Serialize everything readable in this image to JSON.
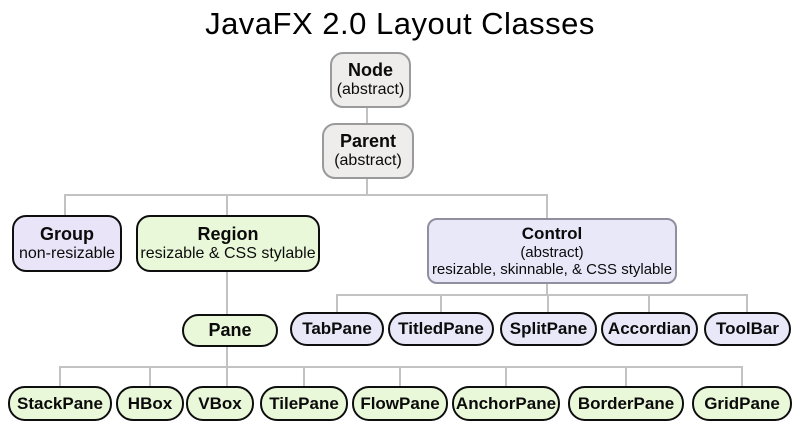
{
  "title": "JavaFX 2.0 Layout Classes",
  "colors": {
    "abstract_fill": "#eeedeb",
    "abstract_border": "#9a9a9a",
    "group_fill": "#e9e4f8",
    "control_fill": "#e8e8f9",
    "control_border": "#8f8f9e",
    "region_fill": "#eaf8da",
    "node_border": "#0e0e0e",
    "connector": "#c2c2c2",
    "background": "#ffffff"
  },
  "nodes": {
    "node": {
      "label": "Node",
      "sub": "(abstract)"
    },
    "parent": {
      "label": "Parent",
      "sub": "(abstract)"
    },
    "group": {
      "label": "Group",
      "sub": "non-resizable"
    },
    "region": {
      "label": "Region",
      "sub": "resizable & CSS stylable"
    },
    "control": {
      "label": "Control",
      "sub": "(abstract)",
      "sub2": "resizable, skinnable, & CSS stylable"
    },
    "pane": {
      "label": "Pane"
    },
    "tabpane": {
      "label": "TabPane"
    },
    "titledpane": {
      "label": "TitledPane"
    },
    "splitpane": {
      "label": "SplitPane"
    },
    "accordian": {
      "label": "Accordian"
    },
    "toolbar": {
      "label": "ToolBar"
    },
    "stackpane": {
      "label": "StackPane"
    },
    "hbox": {
      "label": "HBox"
    },
    "vbox": {
      "label": "VBox"
    },
    "tilepane": {
      "label": "TilePane"
    },
    "flowpane": {
      "label": "FlowPane"
    },
    "anchorpane": {
      "label": "AnchorPane"
    },
    "borderpane": {
      "label": "BorderPane"
    },
    "gridpane": {
      "label": "GridPane"
    }
  }
}
